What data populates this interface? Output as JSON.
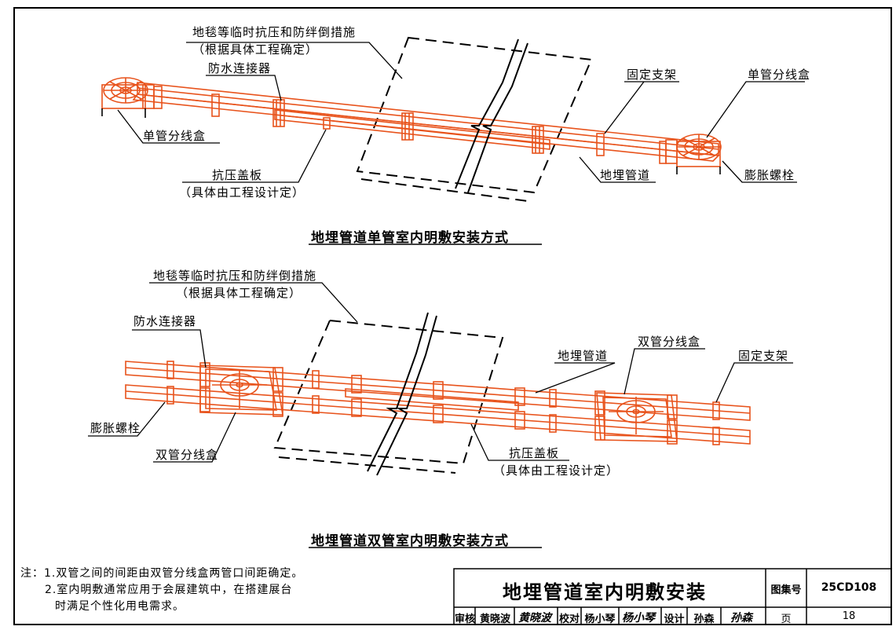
{
  "top": {
    "title": "地埋管道单管室内明敷安装方式",
    "labels": {
      "carpet_line1": "地毯等临时抗压和防绊倒措施",
      "carpet_line2": "（根据具体工程确定）",
      "waterproof": "防水连接器",
      "single_box_left": "单管分线盒",
      "cover_line1": "抗压盖板",
      "cover_line2": "（具体由工程设计定）",
      "fixed_bracket": "固定支架",
      "single_box_right": "单管分线盒",
      "buried_pipe": "地埋管道",
      "bolt": "膨胀螺栓"
    }
  },
  "bottom": {
    "title": "地埋管道双管室内明敷安装方式",
    "labels": {
      "carpet_line1": "地毯等临时抗压和防绊倒措施",
      "carpet_line2": "（根据具体工程确定）",
      "waterproof": "防水连接器",
      "buried_pipe": "地埋管道",
      "double_box_right": "双管分线盒",
      "fixed_bracket": "固定支架",
      "bolt": "膨胀螺栓",
      "double_box_left": "双管分线盒",
      "cover_line1": "抗压盖板",
      "cover_line2": "（具体由工程设计定）"
    }
  },
  "notes": {
    "line1": "注：1.双管之间的间距由双管分线盒两管口间距确定。",
    "line2": "2.室内明敷通常应用于会展建筑中，在搭建展台",
    "line3": "时满足个性化用电需求。"
  },
  "title_block": {
    "sheet_title": "地埋管道室内明敷安装",
    "atlas_label": "图集号",
    "atlas_no": "25CD108",
    "page_label": "页",
    "page_no": "18",
    "review_label": "审核",
    "reviewer": "黄晓波",
    "reviewer_sig": "黄晓波",
    "check_label": "校对",
    "checker": "杨小琴",
    "checker_sig": "杨小琴",
    "design_label": "设计",
    "designer": "孙森",
    "designer_sig": "孙森"
  },
  "colors": {
    "pipe": "#e8531c",
    "line": "#000000",
    "background": "#ffffff"
  }
}
